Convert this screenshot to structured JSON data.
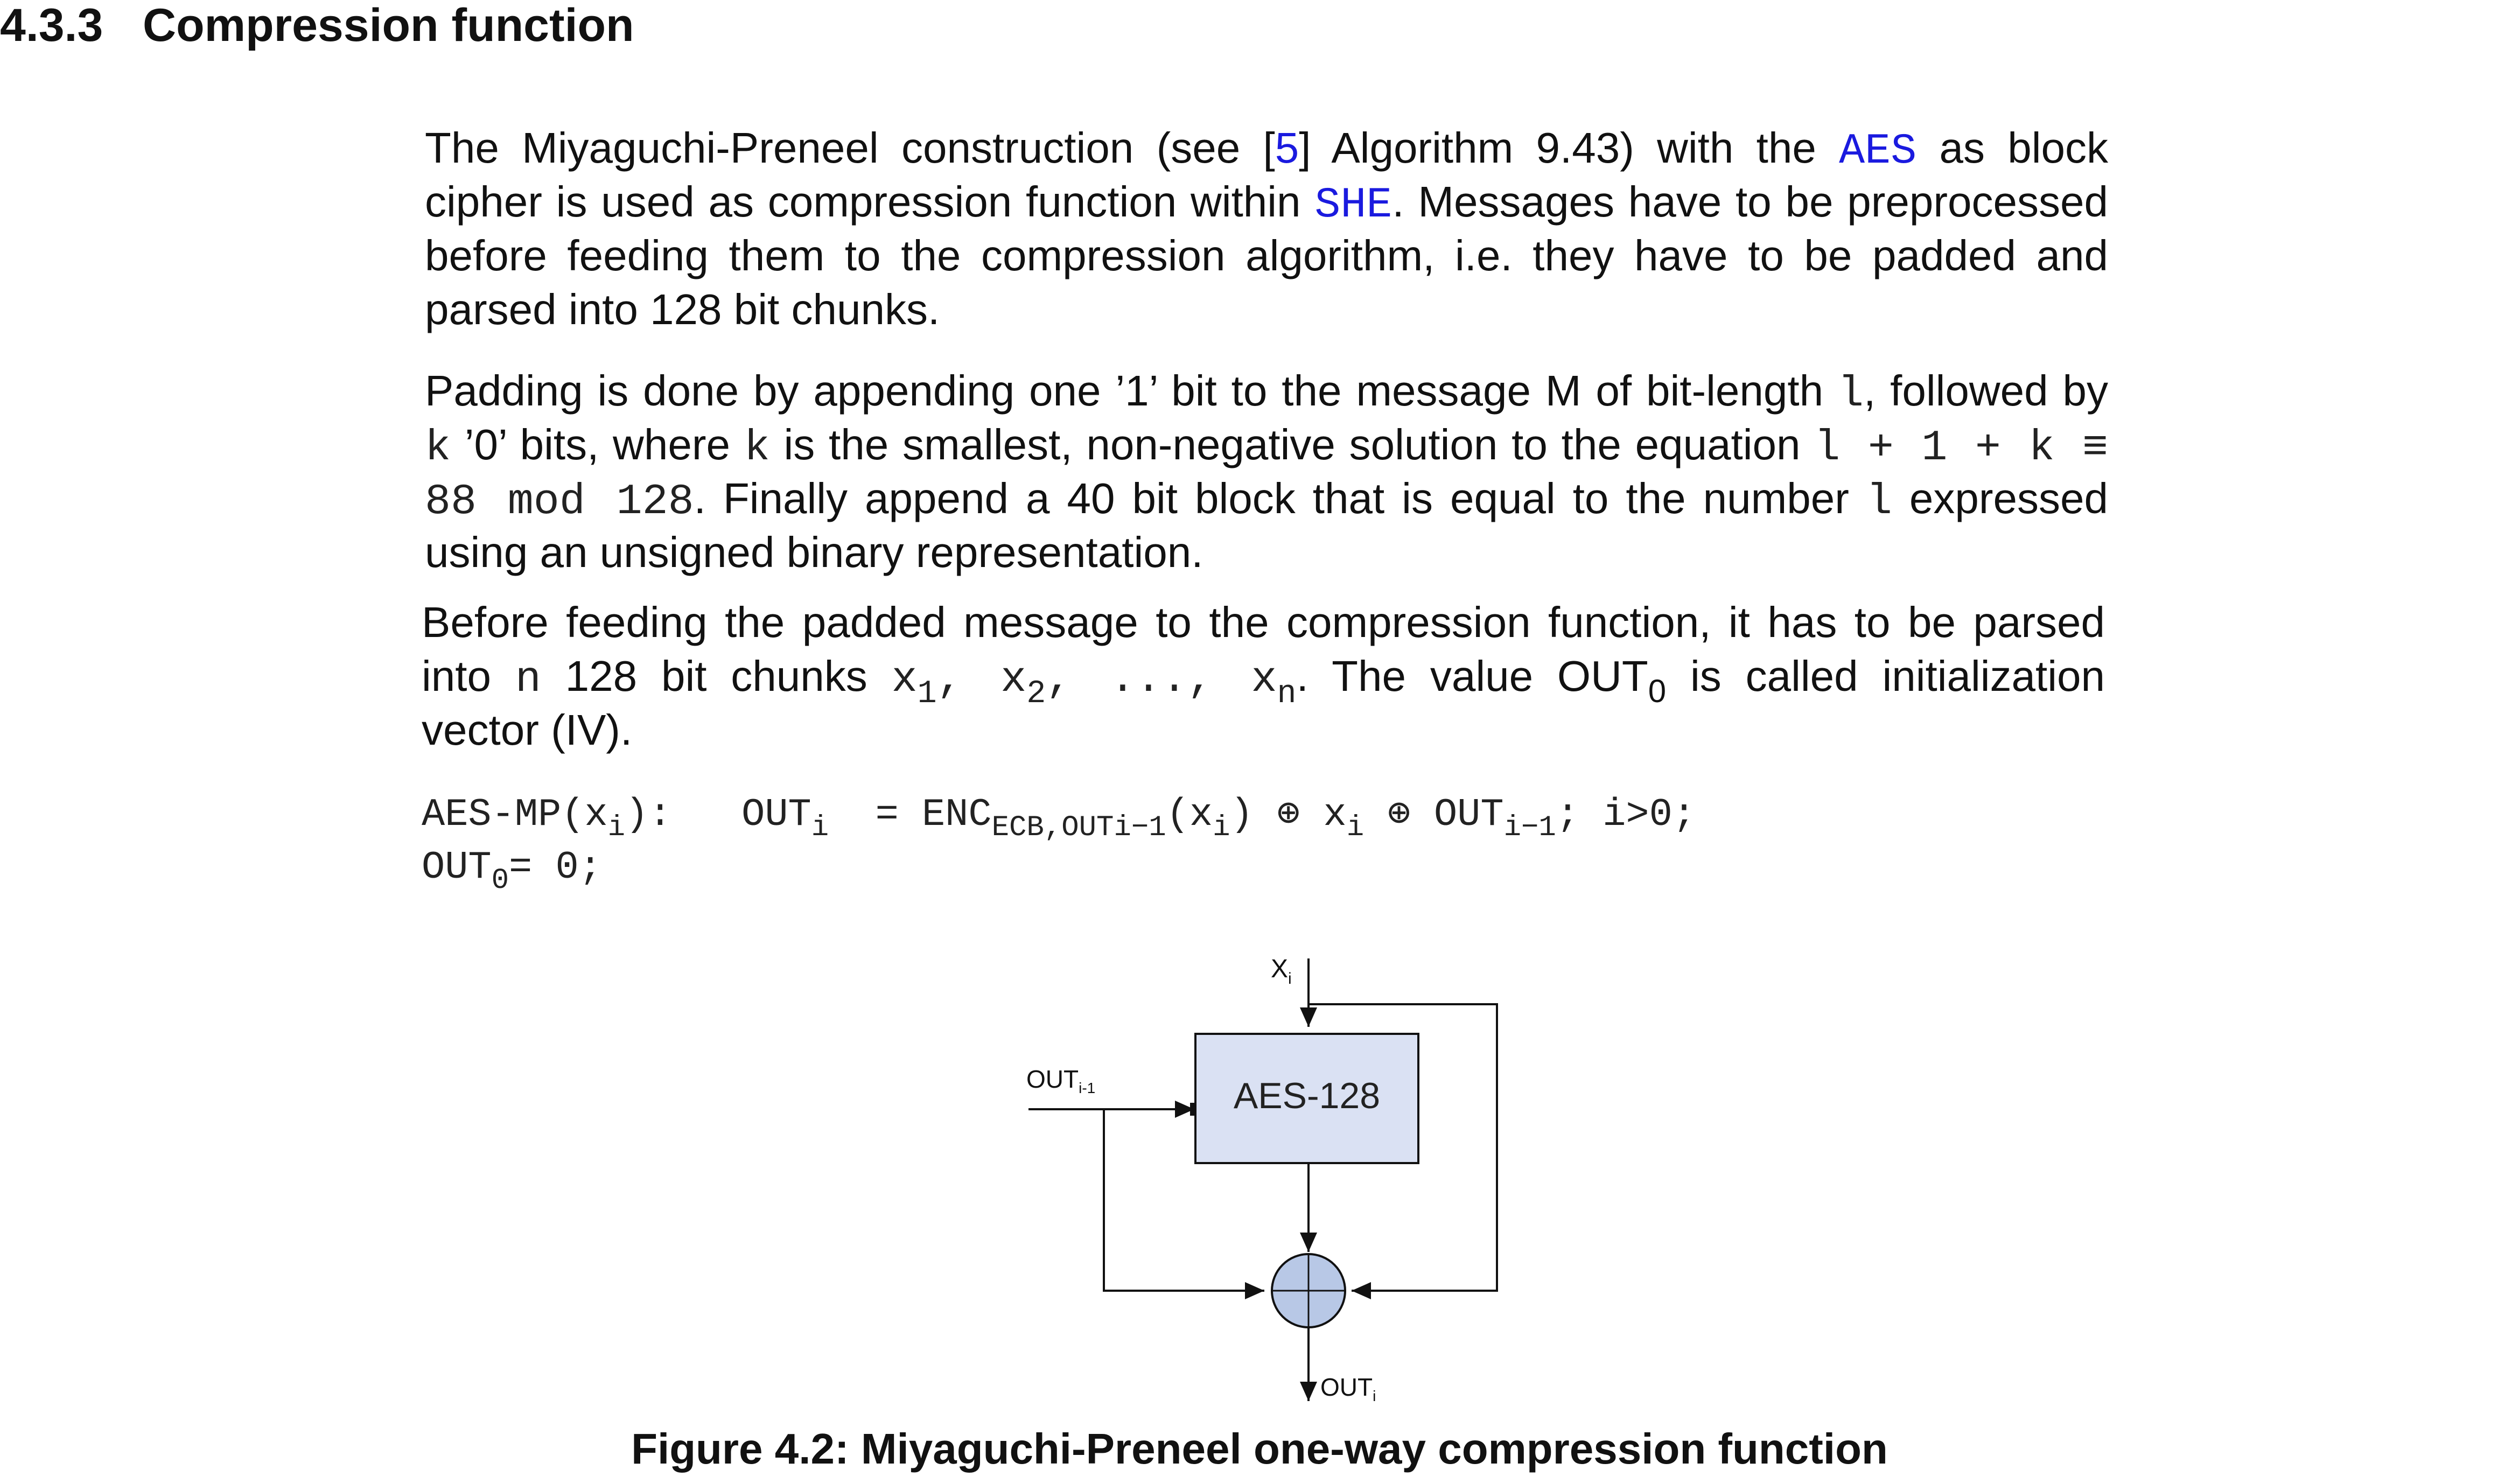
{
  "heading": {
    "number": "4.3.3",
    "title": "Compression function"
  },
  "paragraph1": {
    "line1": {
      "before": "The Miyaguchi-Preneel construction (see [",
      "ref": "5",
      "middle": "] Algorithm 9.43) with the ",
      "code": "AES",
      "after": " as block"
    },
    "line2": {
      "before": "cipher is used as compression function within ",
      "code": "SHE",
      "after": ". Messages have to be preprocessed"
    },
    "line3": "before feeding them to the compression algorithm, i.e.  they have to be padded and",
    "line4": "parsed into 128 bit chunks."
  },
  "paragraph2": {
    "line1": {
      "before": "Padding is done by appending one ’1’ bit to the message M of bit-length ",
      "var": "l",
      "after": ", followed by"
    },
    "line2": {
      "var1": "k",
      "text1": " ’0’ bits, where ",
      "var2": "k",
      "text2": " is the smallest, non-negative solution to the equation ",
      "eq": "l + 1 + k ≡"
    },
    "line3": {
      "eq": "88 mod 128",
      "text1": ". Finally append a 40 bit block that is equal to the number ",
      "var": "l",
      "text2": " expressed"
    },
    "line4": "using an unsigned binary representation."
  },
  "paragraph3": {
    "line1": "Before feeding the padded message to the compression function, it has to be parsed",
    "line2": {
      "t1": "into ",
      "v1": "n",
      "t2": " 128 bit chunks ",
      "x": "x",
      "s1": "1",
      "sep": ", ",
      "s2": "2",
      "ell": ", ..., ",
      "sn": "n",
      "t3": ".  The value OUT",
      "s0": "0",
      "t4": " is called initialization"
    },
    "line3": "vector (IV)."
  },
  "formula": {
    "line1": {
      "lhs": "AES-MP(x",
      "lhs_sub": "i",
      "lhs_end": "):",
      "out": "OUT",
      "out_sub": "i",
      "eq": "= ENC",
      "enc_sub": "ECB,OUT",
      "enc_sub2": "i−1",
      "arg": "(x",
      "arg_sub": "i",
      "arg_end": ")",
      "xor1": "⊕",
      "x2": "x",
      "x2_sub": "i",
      "xor2": "⊕",
      "out2": "OUT",
      "out2_sub": "i−1",
      "tail": "; i>0;"
    },
    "line2": {
      "out": "OUT",
      "sub": "0",
      "tail": "= 0;"
    }
  },
  "diagram": {
    "input_label": "X",
    "input_sub": "i",
    "prev_label": "OUT",
    "prev_sub": "i-1",
    "block_label": "AES-128",
    "output_label": "OUT",
    "output_sub": "i",
    "box_fill": "#dae1f3",
    "xor_fill": "#b8c8e6"
  },
  "caption": "Figure 4.2: Miyaguchi-Preneel one-way compression function"
}
